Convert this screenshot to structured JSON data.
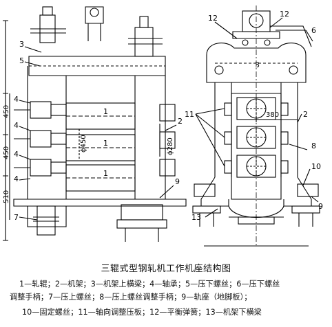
{
  "drawing": {
    "left_callouts": [
      "3",
      "5",
      "4",
      "4",
      "4",
      "4",
      "7"
    ],
    "left_ones": [
      "1",
      "1",
      "1"
    ],
    "left_right_callouts": [
      "2",
      "9"
    ],
    "left_dims": [
      "450",
      "450",
      "510"
    ],
    "left_diam_450": "ϕ450",
    "left_diam_280": "ϕ280",
    "right_callouts": [
      "12",
      "12",
      "6",
      "3",
      "11",
      "2",
      "8",
      "10",
      "13",
      "9"
    ],
    "right_dim": "380"
  },
  "caption": {
    "title": "三辊式型钢轧机工作机座结构图",
    "legend_line1": "1—轧辊；2—机架；3—机架上横梁；4—轴承；5—压下螺丝；6—压下螺丝",
    "legend_line2": "调整手柄；7—压上螺丝；8—压上螺丝调整手柄；9—轨座（地脚板）；",
    "legend_line3": "10—固定螺丝；11—轴向调整压板；12—平衡弹簧；13—机架下横梁"
  }
}
